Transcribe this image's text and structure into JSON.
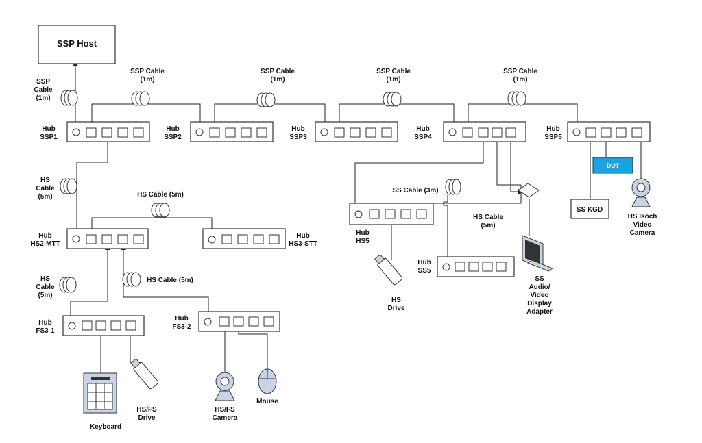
{
  "host": {
    "label": "SSP Host"
  },
  "hubs": {
    "ssp1": {
      "label": [
        "Hub",
        "SSP1"
      ]
    },
    "ssp2": {
      "label": [
        "Hub",
        "SSP2"
      ]
    },
    "ssp3": {
      "label": [
        "Hub",
        "SSP3"
      ]
    },
    "ssp4": {
      "label": [
        "Hub",
        "SSP4"
      ]
    },
    "ssp5": {
      "label": [
        "Hub",
        "SSP5"
      ]
    },
    "hs2mtt": {
      "label": [
        "Hub",
        "HS2-MTT"
      ]
    },
    "hs3stt": {
      "label": [
        "Hub",
        "HS3-STT"
      ]
    },
    "fs31": {
      "label": [
        "Hub",
        "FS3-1"
      ]
    },
    "fs32": {
      "label": [
        "Hub",
        "FS3-2"
      ]
    },
    "hs5": {
      "label": [
        "Hub",
        "HS5"
      ]
    },
    "ss5": {
      "label": [
        "Hub",
        "SS5"
      ]
    }
  },
  "cables": {
    "host_ssp1": [
      "SSP",
      "Cable",
      "(1m)"
    ],
    "ssp1_ssp2": [
      "SSP Cable",
      "(1m)"
    ],
    "ssp2_ssp3": [
      "SSP Cable",
      "(1m)"
    ],
    "ssp3_ssp4": [
      "SSP  Cable",
      "(1m)"
    ],
    "ssp4_ssp5": [
      "SSP Cable",
      "(1m)"
    ],
    "ssp1_hs2": [
      "HS",
      "Cable",
      "(5m)"
    ],
    "hs2_hs3": "HS Cable (5m)",
    "hs2_fs31": [
      "HS",
      "Cable",
      "(5m)"
    ],
    "hs2_fs32": "HS Cable (5m)",
    "ss_3m": "SS Cable (3m)",
    "hs_5m": [
      "HS Cable",
      "(5m)"
    ]
  },
  "devices": {
    "dut": "DUT",
    "ss_kgd": "SS KGD",
    "isoch_camera": [
      "HS  Isoch",
      "Video",
      "Camera"
    ],
    "hs_drive": [
      "HS",
      "Drive"
    ],
    "av_adapter": [
      "SS",
      "Audio/",
      "Video",
      "Display",
      "Adapter"
    ],
    "keyboard": "Keyboard",
    "hsfs_drive": [
      "HS/FS",
      "Drive"
    ],
    "hsfs_camera": [
      "HS/FS",
      "Camera"
    ],
    "mouse": "Mouse"
  },
  "colors": {
    "dut_fill": "#1aa3dc",
    "device_fill": "#c8d4e6",
    "line": "#222222"
  }
}
